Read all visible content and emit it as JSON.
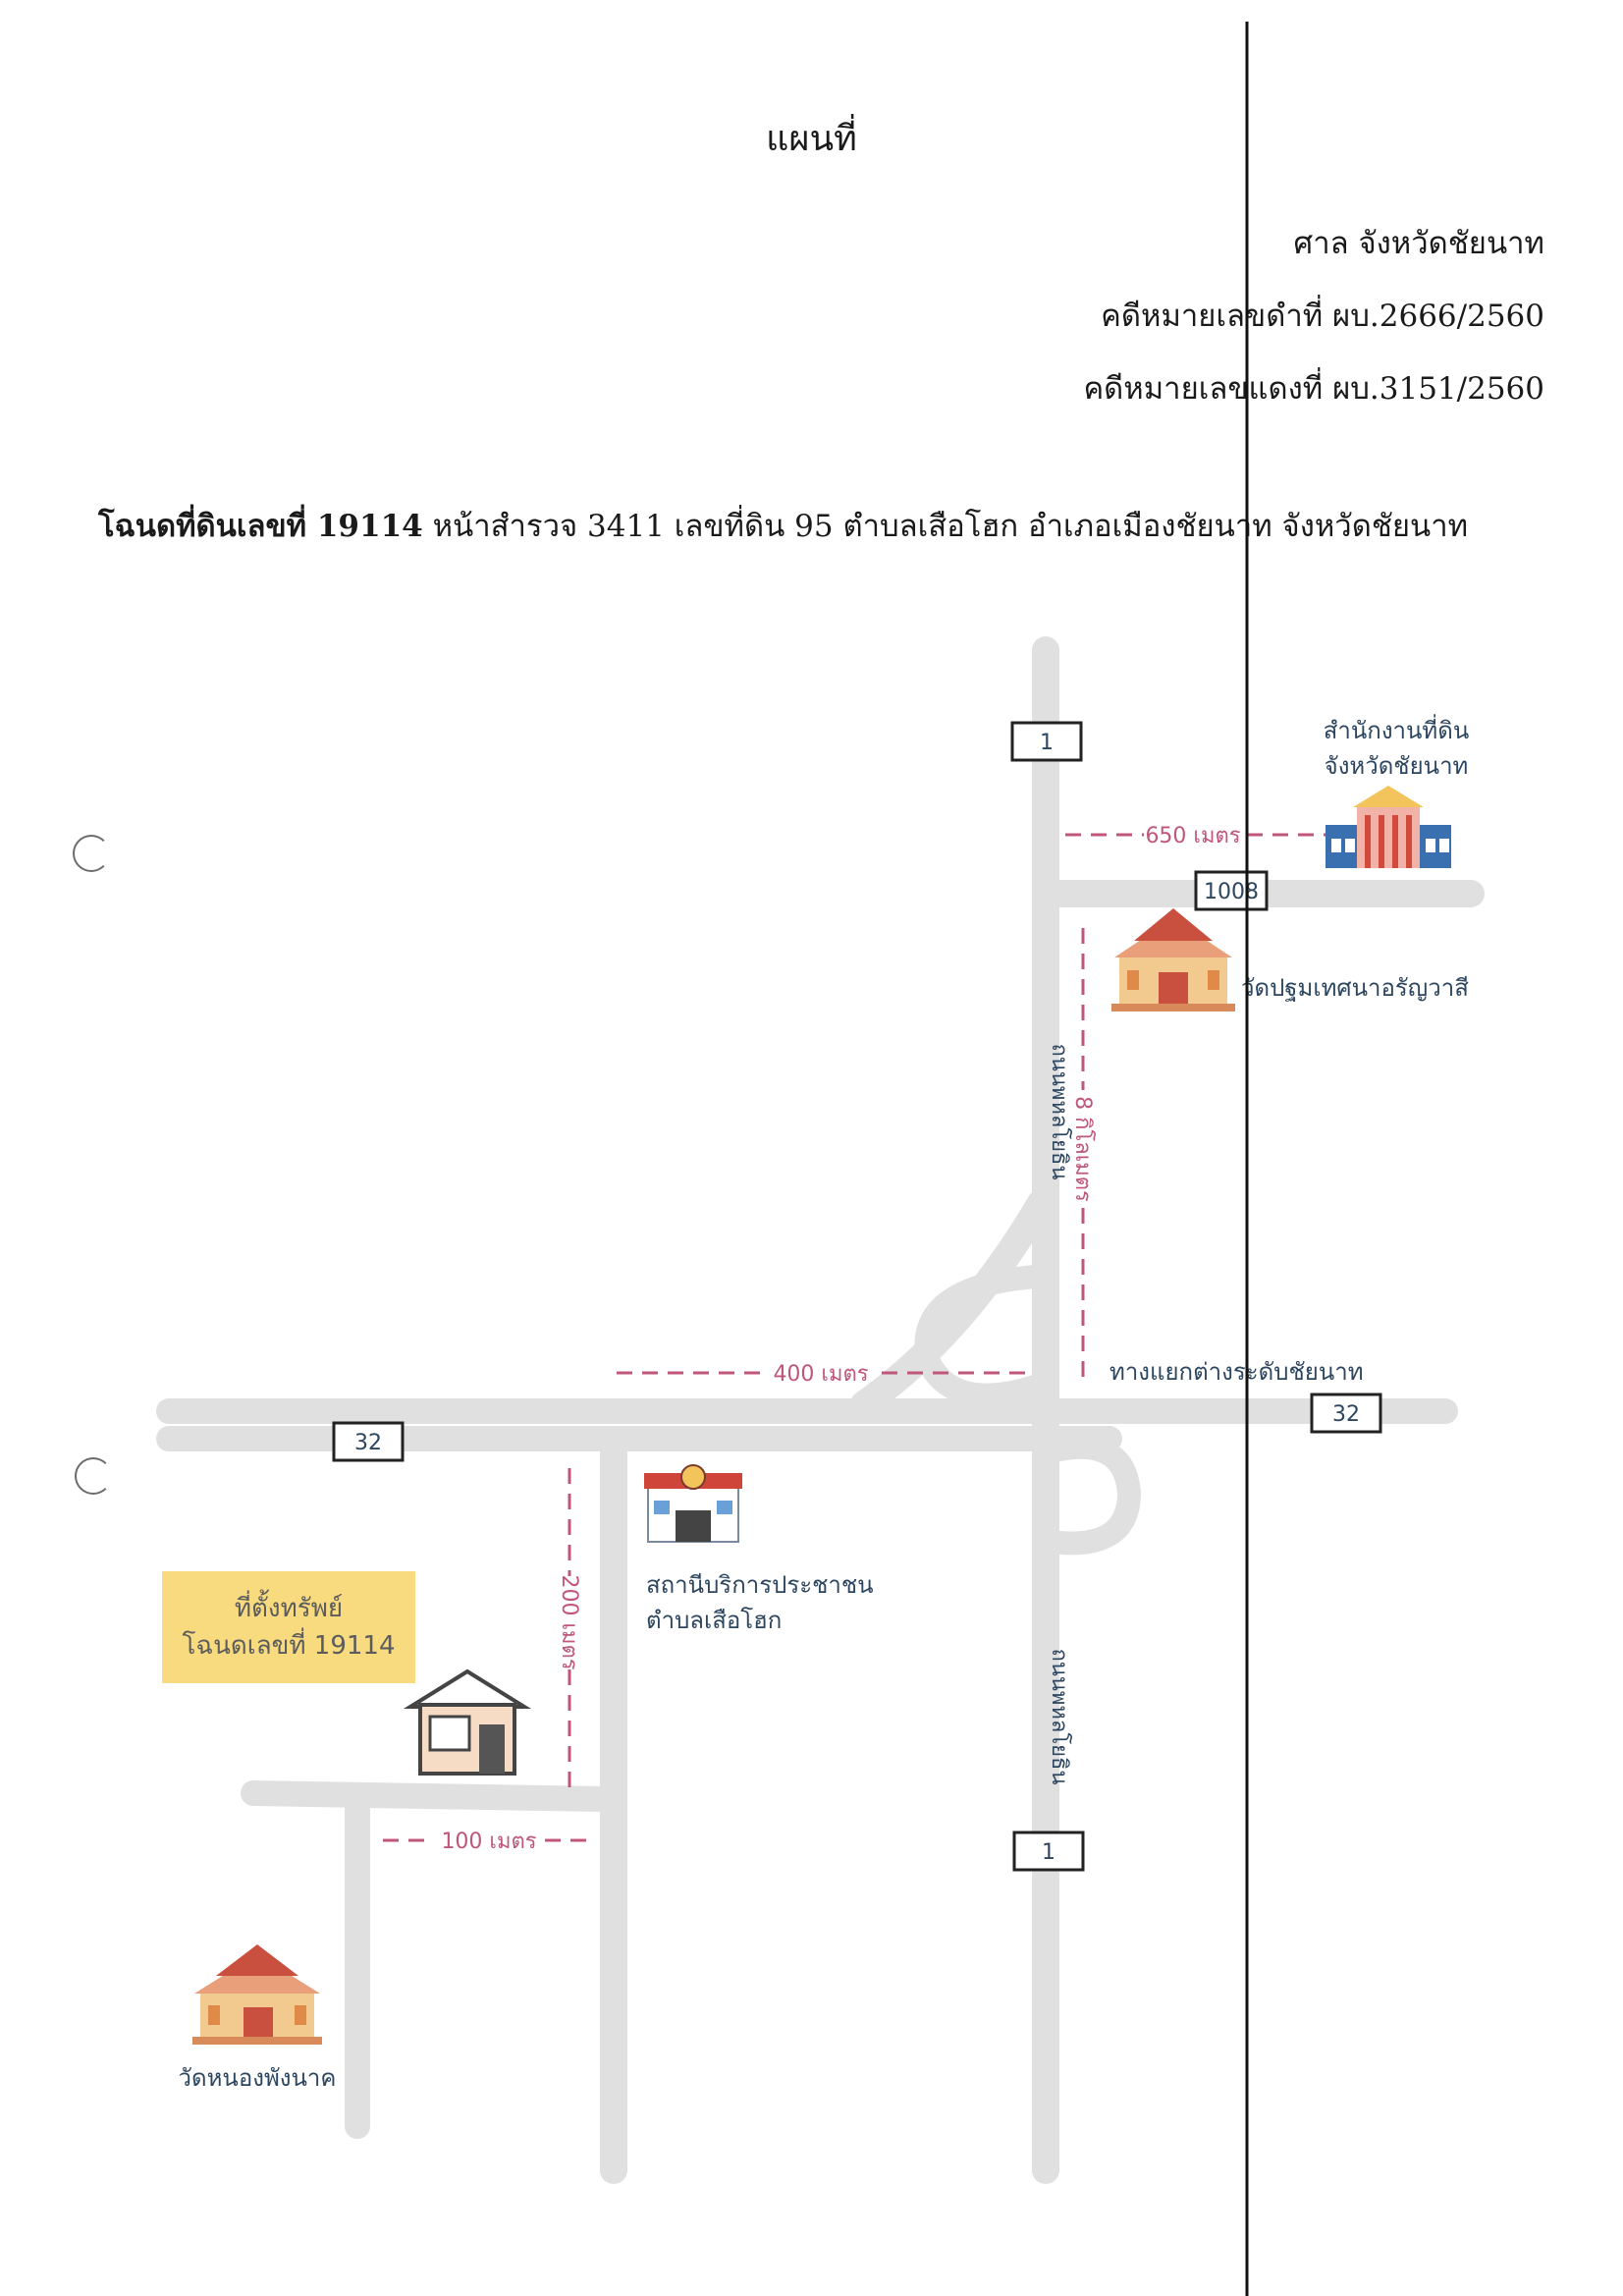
{
  "header": {
    "title": "แผนที่",
    "court": "ศาล จังหวัดชัยนาท",
    "black_case": "คดีหมายเลขดำที่ ผบ.2666/2560",
    "red_case": "คดีหมายเลขแดงที่ ผบ.3151/2560"
  },
  "deed_line": {
    "bold_part": "โฉนดที่ดินเลขที่ 19114",
    "rest": " หน้าสำรวจ 3411 เลขที่ดิน 95 ตำบลเสือโฮก อำเภอเมืองชัยนาท จังหวัดชัยนาท"
  },
  "map": {
    "road_markers": {
      "route1_top": "1",
      "route1008": "1008",
      "route32_left": "32",
      "route32_right": "32",
      "route1_bottom": "1"
    },
    "road_names": {
      "phahonyothin_upper": "ถนนพหลโยธิน",
      "phahonyothin_lower": "ถนนพหลโยธิน"
    },
    "distances": {
      "to_land_office": "650 เมตร",
      "to_interchange": "8 กิโลเมตร",
      "to_junction": "400 เมตร",
      "down_side_road": "200 เมตร",
      "along_lane": "100 เมตร"
    },
    "places": {
      "land_office_line1": "สำนักงานที่ดิน",
      "land_office_line2": "จังหวัดชัยนาท",
      "temple_top": "วัดปฐมเทศนาอรัญวาสี",
      "interchange": "ทางแยกต่างระดับชัยนาท",
      "service_station_line1": "สถานีบริการประชาชน",
      "service_station_line2": "ตำบลเสือโฮก",
      "temple_bottom": "วัดหนองพังนาค"
    },
    "property": {
      "line1": "ที่ตั้งทรัพย์",
      "line2": "โฉนดเลขที่ 19114"
    },
    "colors": {
      "road": "#e0e0e0",
      "dash": "#c0577a",
      "label_text": "#2d4660",
      "property_box": "#f8da7f"
    }
  }
}
